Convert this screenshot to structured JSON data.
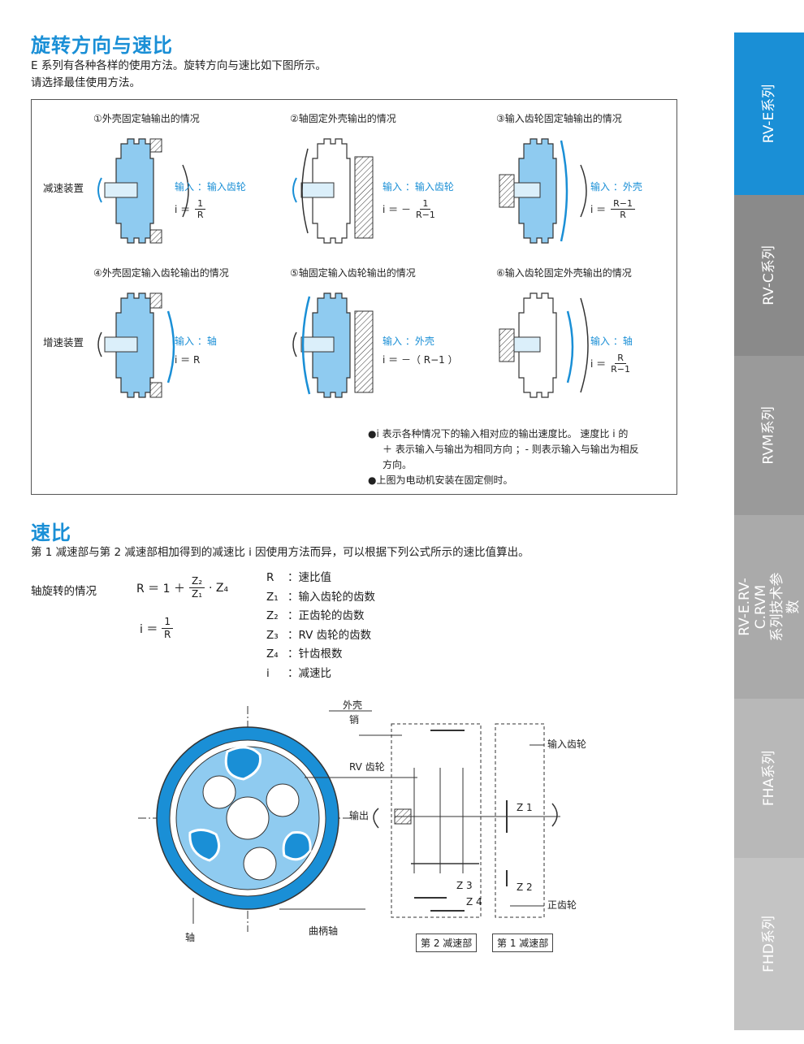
{
  "section1": {
    "title": "旋转方向与速比",
    "desc_line1": "E 系列有各种各样的使用方法。旋转方向与速比如下图所示。",
    "desc_line2": "请选择最佳使用方法。"
  },
  "rows": {
    "row1_label": "减速装置",
    "row2_label": "增速装置"
  },
  "cases": [
    {
      "title": "①外壳固定轴输出的情况",
      "input": "输入 ：输入齿轮",
      "i_prefix": "i ＝",
      "num": "1",
      "den": "R",
      "plain": ""
    },
    {
      "title": "②轴固定外壳输出的情况",
      "input": "输入 ：输入齿轮",
      "i_prefix": "i ＝ －",
      "num": "1",
      "den": "R−1",
      "plain": ""
    },
    {
      "title": "③输入齿轮固定轴输出的情况",
      "input": "输入 ：外壳",
      "i_prefix": "i ＝",
      "num": "R−1",
      "den": "R",
      "plain": ""
    },
    {
      "title": "④外壳固定输入齿轮输出的情况",
      "input": "输入 ：轴",
      "i_prefix": "i ＝ R",
      "num": "",
      "den": "",
      "plain": ""
    },
    {
      "title": "⑤轴固定输入齿轮输出的情况",
      "input": "输入 ：外壳",
      "i_prefix": "i ＝ －（ R−1 ）",
      "num": "",
      "den": "",
      "plain": ""
    },
    {
      "title": "⑥输入齿轮固定外壳输出的情况",
      "input": "输入 ：轴",
      "i_prefix": "i ＝",
      "num": "R",
      "den": "R−1",
      "plain": ""
    }
  ],
  "notes": {
    "n1_l1": "●i 表示各种情况下的输入相对应的输出速度比。 速度比 i 的",
    "n1_l2": "＋ 表示输入与输出为相同方向 ；- 则表示输入与输出为相反",
    "n1_l3": "方向。",
    "n2": "●上图为电动机安装在固定侧时。"
  },
  "section2": {
    "title": "速比",
    "desc": "第 1 减速部与第 2 减速部相加得到的减速比 i 因使用方法而异，可以根据下列公式所示的速比值算出。",
    "eq_label": "轴旋转的情况",
    "eq_r_prefix": "R ＝ 1 ＋",
    "eq_r_num": "Z₂",
    "eq_r_den": "Z₁",
    "eq_r_suffix": "· Z₄",
    "eq_i_prefix": "i ＝",
    "eq_i_num": "1",
    "eq_i_den": "R"
  },
  "legend": [
    {
      "k": "R",
      "v": "：速比值"
    },
    {
      "k": "Z₁",
      "v": "：输入齿轮的齿数"
    },
    {
      "k": "Z₂",
      "v": "：正齿轮的齿数"
    },
    {
      "k": "Z₃",
      "v": "：RV 齿轮的齿数"
    },
    {
      "k": "Z₄",
      "v": "：针齿根数"
    },
    {
      "k": "i",
      "v": "：减速比"
    }
  ],
  "figure": {
    "housing": "外壳",
    "pin": "销",
    "rv_gear": "RV 齿轮",
    "output": "输出",
    "shaft": "轴",
    "crankshaft": "曲柄轴",
    "input_gear": "输入齿轮",
    "spur_gear": "正齿轮",
    "z1": "Z 1",
    "z2": "Z 2",
    "z3": "Z 3",
    "z4": "Z 4",
    "stage2": "第 2 减速部",
    "stage1": "第 1 减速部"
  },
  "sidebar": [
    {
      "label": "RV-E系列",
      "active": true
    },
    {
      "label": "RV-C系列",
      "active": false
    },
    {
      "label": "RVM系列",
      "active": false
    },
    {
      "label": "RV-E.RV-C.RVM\n系列技术参数",
      "active": false
    },
    {
      "label": "FHA系列",
      "active": false
    },
    {
      "label": "FHD系列",
      "active": false
    }
  ],
  "colors": {
    "accent": "#1a8fd6",
    "part_blue": "#8fcbf0",
    "sidebar_gray1": "#8a8a8a",
    "sidebar_gray2": "#9a9a9a",
    "sidebar_gray3": "#aaaaaa",
    "sidebar_gray4": "#b8b8b8",
    "sidebar_gray5": "#c4c4c4"
  }
}
